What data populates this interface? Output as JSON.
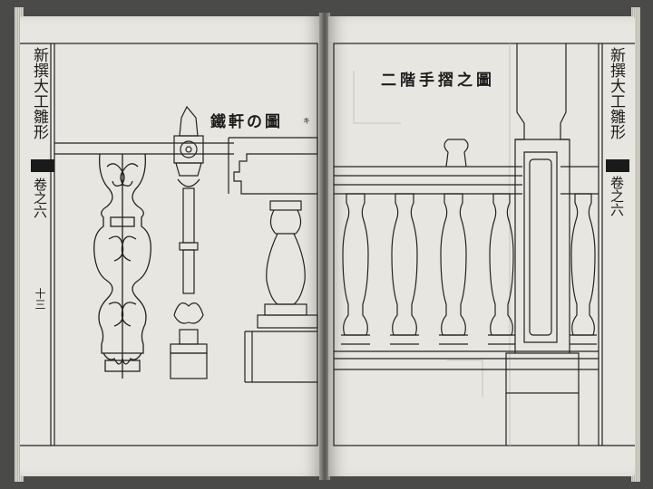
{
  "left_page": {
    "margin_title": "新撰大工雛形",
    "margin_volume": "卷之六",
    "page_number": "十三",
    "caption": "鐵軒の圖",
    "caption_small": "キ"
  },
  "right_page": {
    "margin_title": "新撰大工雛形",
    "margin_volume": "卷之六",
    "caption": "二階手摺之圖"
  }
}
